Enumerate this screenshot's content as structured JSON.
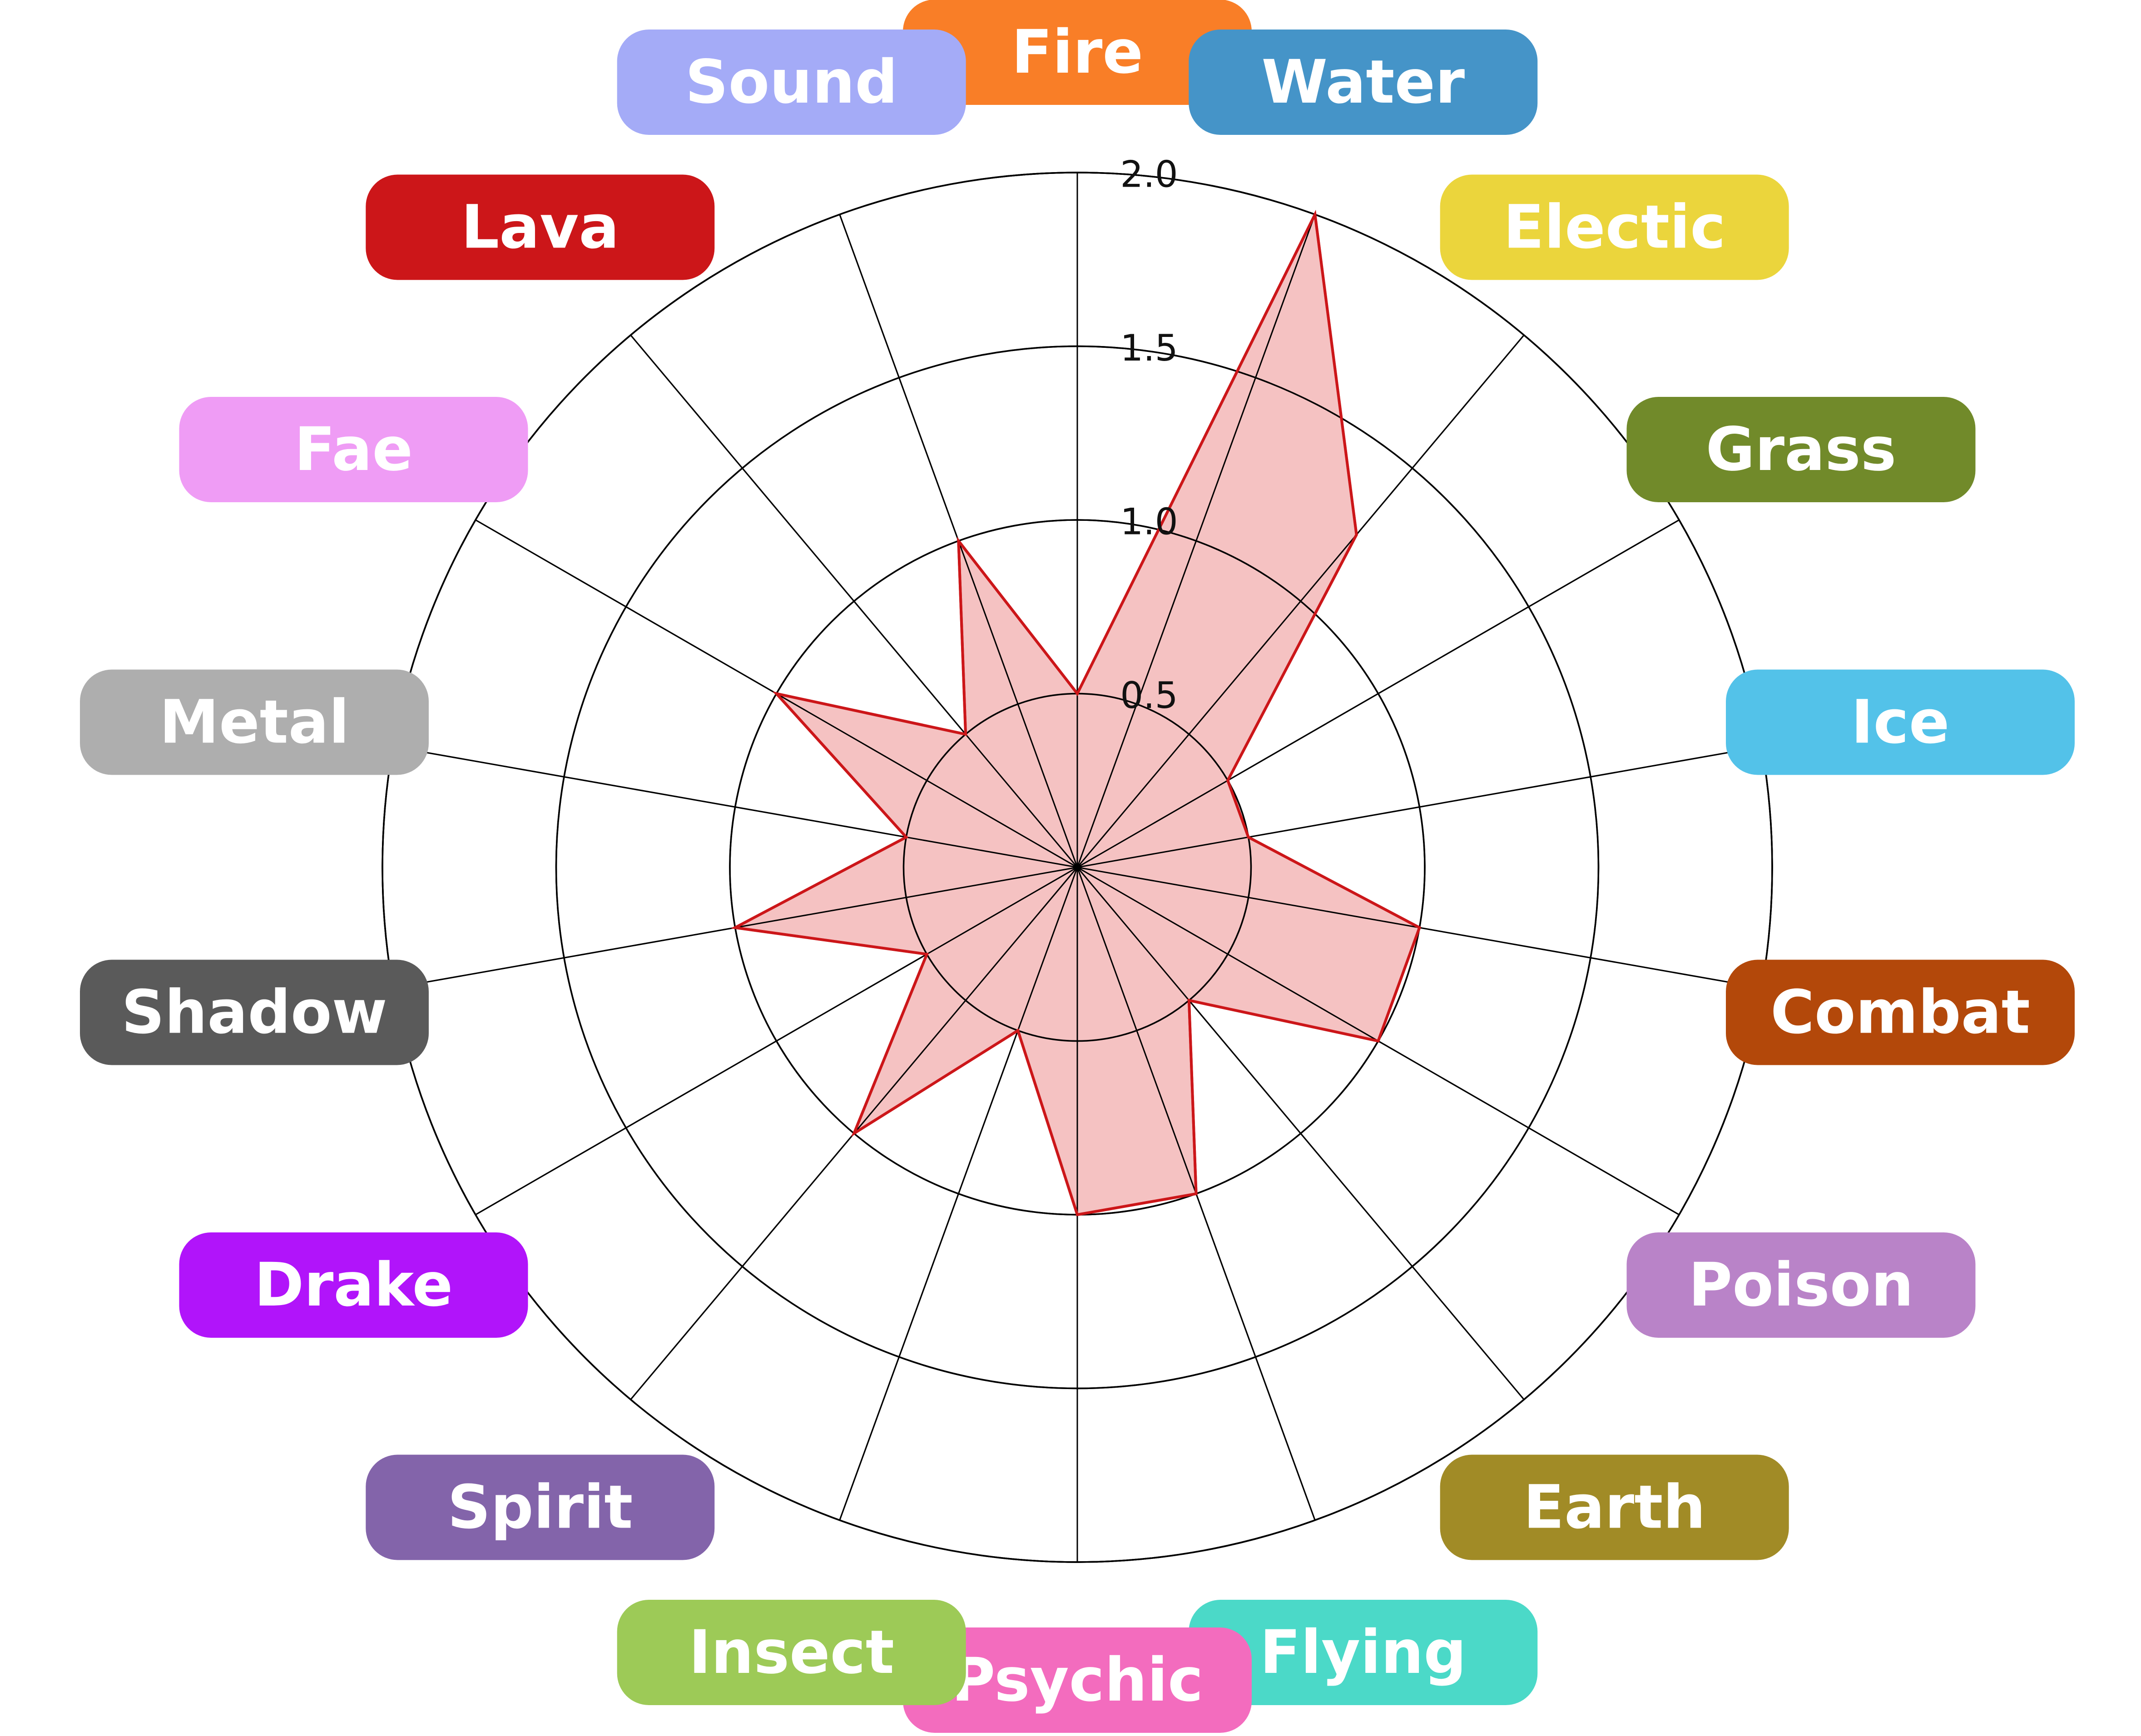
{
  "chart_data": {
    "type": "radar",
    "categories": [
      "Fire",
      "Water",
      "Electic",
      "Grass",
      "Ice",
      "Combat",
      "Poison",
      "Earth",
      "Flying",
      "Psychic",
      "Insect",
      "Spirit",
      "Drake",
      "Shadow",
      "Metal",
      "Fae",
      "Lava",
      "Sound"
    ],
    "category_colors": [
      "#F97E27",
      "#4594C8",
      "#EBD53C",
      "#718A2A",
      "#53C2E9",
      "#B3480A",
      "#B983C8",
      "#A18B26",
      "#4BD9C8",
      "#F36CBE",
      "#9DCA57",
      "#8364AA",
      "#B114FA",
      "#5A5A5A",
      "#AEAEAE",
      "#EF9CF5",
      "#CC1619",
      "#A4ABF7"
    ],
    "values": [
      0.5,
      2.0,
      1.25,
      0.5,
      0.5,
      1.0,
      1.0,
      0.5,
      1.0,
      1.0,
      0.5,
      1.0,
      0.5,
      1.0,
      0.5,
      1.0,
      0.5,
      1.0
    ],
    "rmax": 2.0,
    "ticks": [
      0.5,
      1.0,
      1.5,
      2.0
    ],
    "tick_labels": [
      "0.5",
      "1.0",
      "1.5",
      "2.0"
    ],
    "outer_ring": true,
    "grid": true,
    "series_color": "#CC1619",
    "fill_color": "#F4BFBF"
  }
}
